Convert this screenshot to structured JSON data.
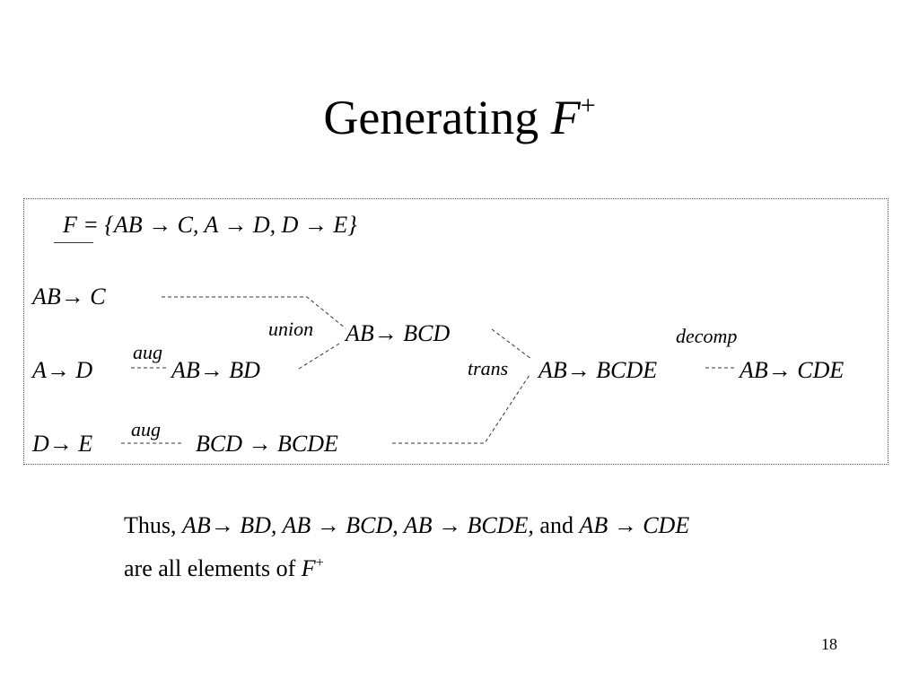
{
  "title": {
    "text": "Generating ",
    "symbol": "F",
    "superscript": "+"
  },
  "diagram": {
    "given_set": "F = {AB → C, A → D, D → E}",
    "given": [
      "AB→  C",
      "A→ D",
      "D→ E"
    ],
    "derived": {
      "ab_bd": "AB→ BD",
      "bcd_bcde": "BCD → BCDE",
      "ab_bcd": "AB→ BCD",
      "ab_bcde": "AB→ BCDE",
      "ab_cde": "AB→ CDE"
    },
    "rules": {
      "aug_1": "aug",
      "aug_2": "aug",
      "union": "union",
      "trans": "trans",
      "decomp": "decomp"
    }
  },
  "conclusion": {
    "line1_prefix": "Thus, ",
    "line1_fds": "AB→ BD, AB → BCD, AB → BCDE,",
    "line1_and": " and ",
    "line1_last": "AB → CDE",
    "line2_text": "are all elements of ",
    "line2_symbol": "F",
    "line2_sup": "+"
  },
  "page_number": "18"
}
